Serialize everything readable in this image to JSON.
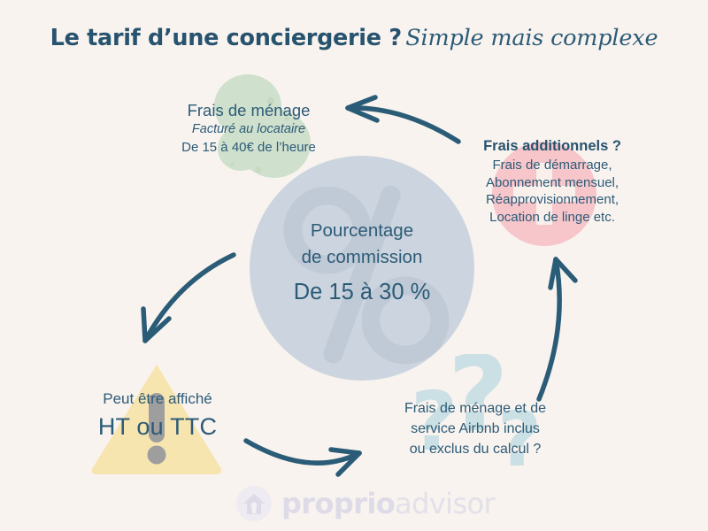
{
  "title": {
    "bold_part": "Le tarif d’une conciergerie ?",
    "italic_part": "Simple mais complexe"
  },
  "nodes": {
    "cleaning": {
      "heading": "Frais de ménage",
      "note": "Facturé au locataire",
      "detail": "De 15 à 40€ de l’heure",
      "icon": "green-bubbles-blob"
    },
    "additional_fees": {
      "heading": "Frais additionnels ?",
      "line1": "Frais de démarrage,",
      "line2": "Abonnement mensuel,",
      "line3": "Réapprovisionnement,",
      "line4": "Location de linge etc.",
      "icon": "pink-plus-circle"
    },
    "commission": {
      "line1": "Pourcentage",
      "line2": "de commission",
      "value": "De 15 à 30 %",
      "watermark": "%"
    },
    "tax": {
      "heading": "Peut être affiché",
      "value": "HT ou TTC",
      "icon": "warning-triangle"
    },
    "airbnb": {
      "line1": "Frais de ménage et de",
      "line2": "service Airbnb inclus",
      "line3": "ou exclus du calcul ?",
      "watermark": "?"
    }
  },
  "arrows": {
    "top": "arrow-curved-left",
    "left": "arrow-curved-down-left",
    "bottom": "arrow-curved-right",
    "right": "arrow-curved-up"
  },
  "footer": {
    "logo_bold": "proprio",
    "logo_light": "advisor",
    "logo_mark": "house-logo-icon"
  },
  "colors": {
    "background": "#f8f3ef",
    "text_primary": "#2c5b77",
    "title": "#27536e",
    "center_circle": "#ccd5df",
    "green_blob": "#cfe0cd",
    "pink_circle": "#f6c6cb",
    "yellow_triangle": "#f7e5b0",
    "question_mark": "#cbe0e4",
    "arrow": "#2b5c77",
    "logo": "#dedbe8"
  }
}
